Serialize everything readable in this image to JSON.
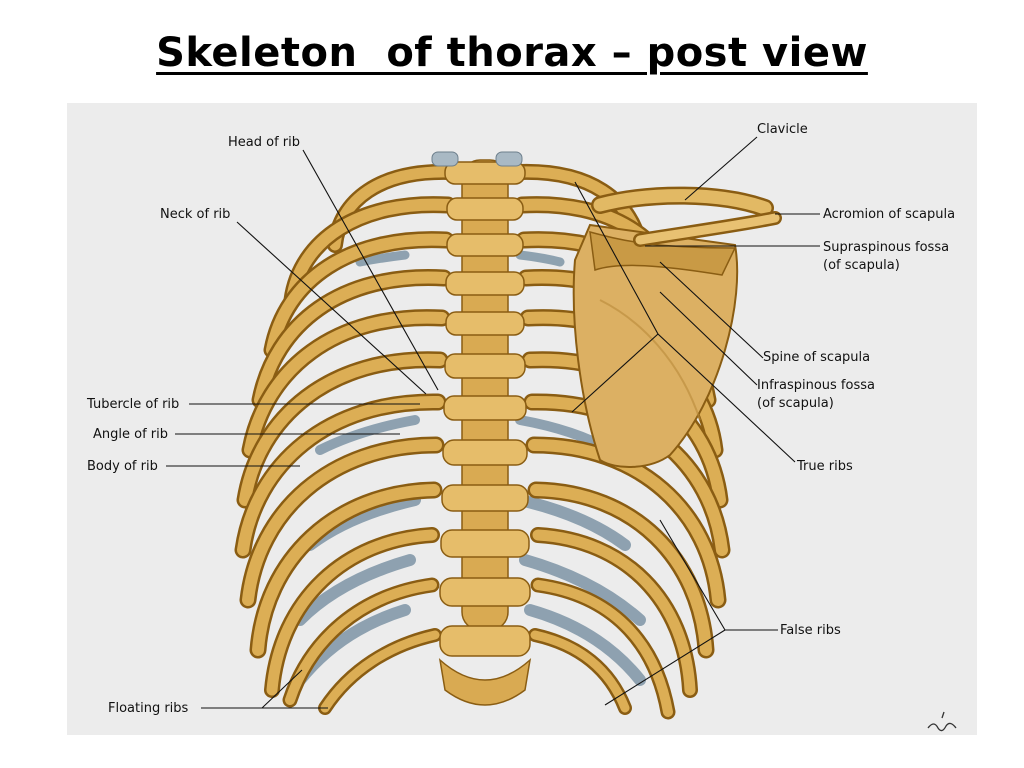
{
  "slide": {
    "title": "Skeleton  of thorax – post view"
  },
  "labels": {
    "head_of_rib": "Head of rib",
    "neck_of_rib": "Neck of rib",
    "tubercle_of_rib": "Tubercle of rib",
    "angle_of_rib": "Angle of rib",
    "body_of_rib": "Body of rib",
    "floating_ribs": "Floating ribs",
    "clavicle": "Clavicle",
    "acromion_of_scapula": "Acromion of scapula",
    "supraspinous_fossa": "Supraspinous fossa",
    "supraspinous_fossa_sub": "(of scapula)",
    "spine_of_scapula": "Spine of scapula",
    "infraspinous_fossa": "Infraspinous fossa",
    "infraspinous_fossa_sub": "(of scapula)",
    "true_ribs": "True ribs",
    "false_ribs": "False ribs"
  },
  "colors": {
    "bone": "#d9aa52",
    "bone_outline": "#8a5d13",
    "cartilage": "#7e95a6",
    "panel": "#ececec"
  }
}
